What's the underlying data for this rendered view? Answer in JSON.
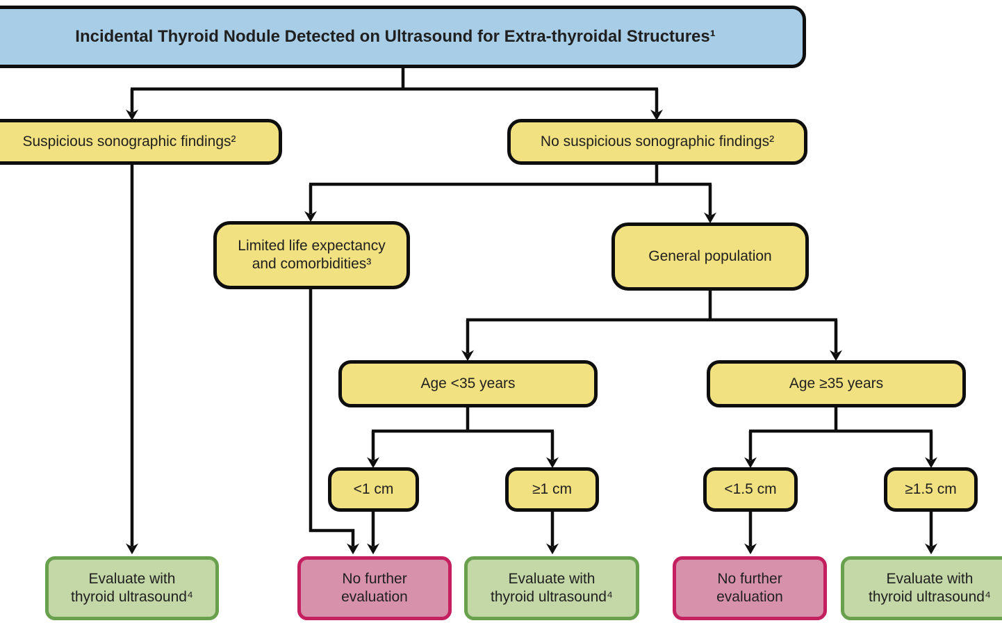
{
  "colors": {
    "title-fill": "#a8cde6",
    "decision-fill": "#f2e181",
    "node-border": "#0e0e0e",
    "evaluate-fill": "#c4d7a7",
    "evaluate-border": "#68a04e",
    "none-fill": "#d891ab",
    "none-border": "#c41f5e",
    "line": "#0e0e0e",
    "text": "#1f1f1f"
  },
  "nodes": {
    "title": {
      "label": "Incidental Thyroid Nodule Detected on Ultrasound for Extra-thyroidal Structures¹"
    },
    "suspicious": {
      "label": "Suspicious sonographic findings²"
    },
    "no_suspicious": {
      "label": "No suspicious sonographic findings²"
    },
    "limited_life": {
      "label": "Limited life expectancy\nand comorbidities³"
    },
    "general_population": {
      "label": "General population"
    },
    "age_lt35": {
      "label": "Age <35 years"
    },
    "age_ge35": {
      "label": "Age ≥35 years"
    },
    "lt1cm": {
      "label": "<1 cm"
    },
    "ge1cm": {
      "label": "≥1 cm"
    },
    "lt15cm": {
      "label": "<1.5 cm"
    },
    "ge15cm": {
      "label": "≥1.5 cm"
    },
    "outcome_evaluate_1": {
      "label": "Evaluate with\nthyroid ultrasound⁴"
    },
    "outcome_none_1": {
      "label": "No further\nevaluation"
    },
    "outcome_evaluate_2": {
      "label": "Evaluate with\nthyroid ultrasound⁴"
    },
    "outcome_none_2": {
      "label": "No further\nevaluation"
    },
    "outcome_evaluate_3": {
      "label": "Evaluate with\nthyroid ultrasound⁴"
    }
  }
}
